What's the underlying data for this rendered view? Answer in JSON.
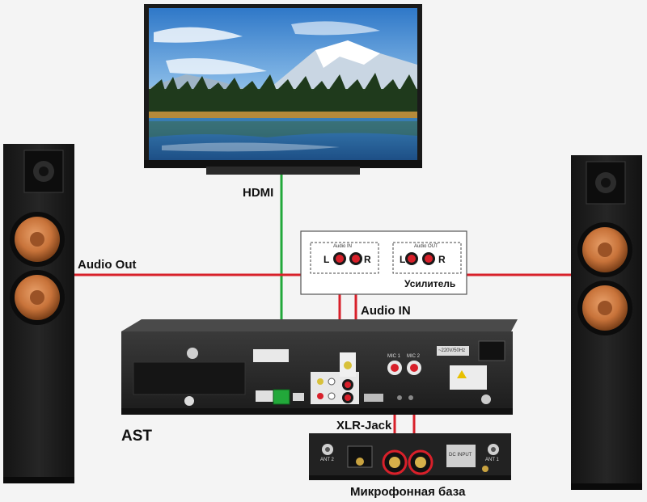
{
  "labels": {
    "hdmi": "HDMI",
    "audio_out": "Audio Out",
    "audio_in": "Audio IN",
    "ast": "AST",
    "xlr_jack": "XLR-Jack",
    "mic_base": "Микрофонная база",
    "amplifier": "Усилитель"
  },
  "amplifier_panel": {
    "in_title": "Audio IN",
    "out_title": "Audio OUT",
    "left": "L",
    "right": "R"
  },
  "receiver_panel": {
    "mic1": "MIC 1",
    "mic2": "MIC 2",
    "voltage": "~220V/50Hz"
  },
  "mic_base_panel": {
    "ant2": "ANT 2",
    "ant1": "ANT 1",
    "dc_input": "DC INPUT"
  },
  "colors": {
    "hdmi_cable": "#22a83a",
    "audio_cable": "#d8202a",
    "woofer": "#c8733a"
  }
}
